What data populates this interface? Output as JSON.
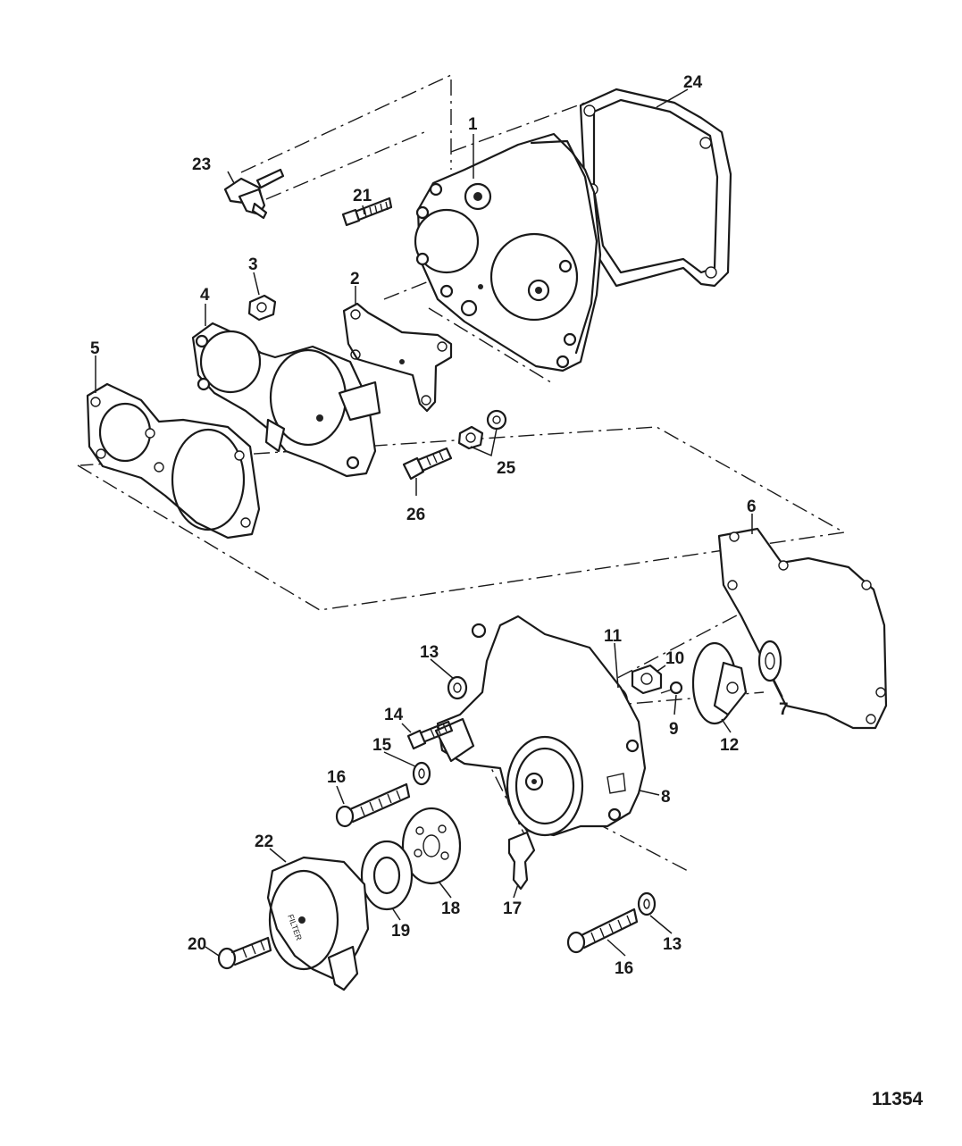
{
  "figure_number": "11354",
  "callouts": {
    "c1": "1",
    "c2": "2",
    "c3": "3",
    "c4": "4",
    "c5": "5",
    "c6": "6",
    "c7": "7",
    "c8": "8",
    "c9": "9",
    "c10": "10",
    "c11": "11",
    "c12": "12",
    "c13a": "13",
    "c13b": "13",
    "c14": "14",
    "c15": "15",
    "c16a": "16",
    "c16b": "16",
    "c17": "17",
    "c18": "18",
    "c19": "19",
    "c20": "20",
    "c21": "21",
    "c22": "22",
    "c23": "23",
    "c24": "24",
    "c25": "25",
    "c26": "26"
  },
  "filter_cover_text": "FILTER"
}
